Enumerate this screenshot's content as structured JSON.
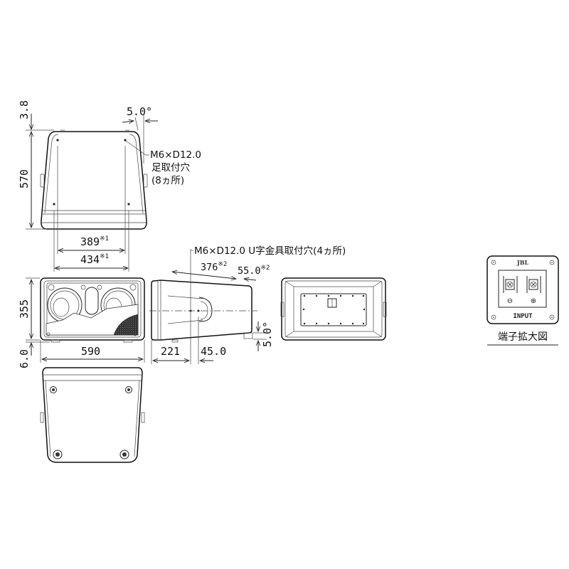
{
  "drawing": {
    "type": "speaker dimension drawing",
    "brand_mark": "JBL",
    "views": [
      "top-view",
      "front-view",
      "side-view",
      "rear-view",
      "bottom-view",
      "terminal-detail"
    ]
  },
  "top_view": {
    "dim_height": "570",
    "dim_top_offset": "3.8",
    "angle": "5.0°",
    "hole_callout": {
      "line1": "M6×D12.0",
      "line2": "足取付穴",
      "line3": "(8ヵ所)"
    },
    "dim_inner_width": "389",
    "dim_inner_width_note": "※1",
    "dim_outer_width": "434",
    "dim_outer_width_note": "※1"
  },
  "front_view": {
    "dim_height": "355",
    "dim_foot": "6.0",
    "dim_width": "590"
  },
  "side_view": {
    "bracket_callout": "M6×D12.0 U字金具取付穴(4ヵ所)",
    "dim_bracket_span": "376",
    "dim_bracket_span_note": "※2",
    "dim_bracket_offset": "55.0",
    "dim_bracket_offset_note": "※2",
    "dim_front_to_hole": "221",
    "dim_hole_spacing": "45.0",
    "angle": "5.0°"
  },
  "terminal_detail": {
    "logo": "JBL",
    "minus_symbol": "⊖",
    "plus_symbol": "⊕",
    "input_label": "INPUT",
    "caption": "端子拡大図"
  },
  "colors": {
    "line": "#222222",
    "background": "#ffffff",
    "grille_dark": "#2a2a2a"
  }
}
